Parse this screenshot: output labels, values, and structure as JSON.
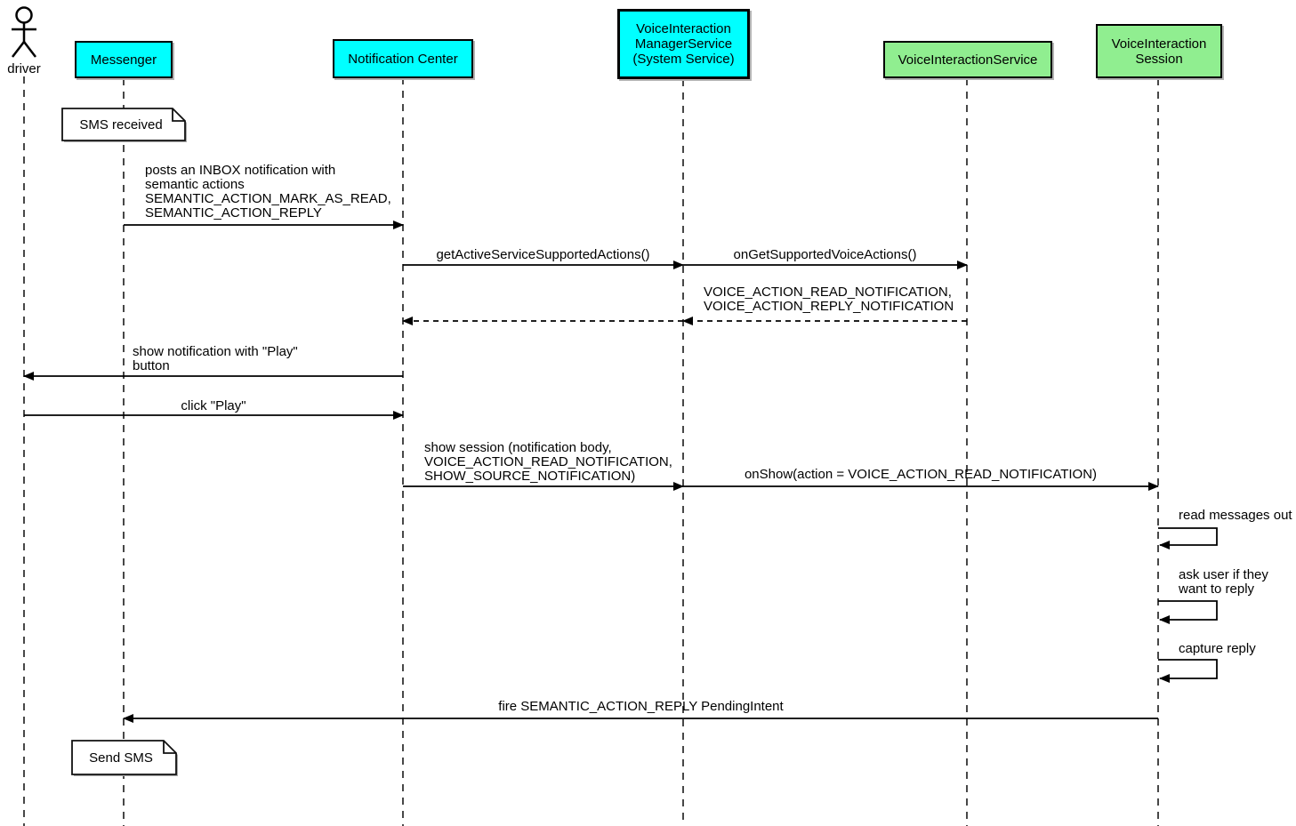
{
  "actor": {
    "label": "driver"
  },
  "participants": [
    {
      "label": "Messenger",
      "color": "#00ffff"
    },
    {
      "label": "Notification Center",
      "color": "#00ffff"
    },
    {
      "label": "VoiceInteraction\nManagerService\n(System Service)",
      "color": "#00ffff"
    },
    {
      "label": "VoiceInteractionService",
      "color": "#90ee90"
    },
    {
      "label": "VoiceInteraction\nSession",
      "color": "#90ee90"
    }
  ],
  "notes": {
    "sms_received": "SMS received",
    "send_sms": "Send SMS"
  },
  "messages": {
    "post_inbox": "posts an INBOX notification with\nsemantic actions\nSEMANTIC_ACTION_MARK_AS_READ,\nSEMANTIC_ACTION_REPLY",
    "get_actions": "getActiveServiceSupportedActions()",
    "on_get_actions": "onGetSupportedVoiceActions()",
    "voice_actions_return": "VOICE_ACTION_READ_NOTIFICATION,\nVOICE_ACTION_REPLY_NOTIFICATION",
    "show_notification": "show notification with \"Play\"\nbutton",
    "click_play": "click \"Play\"",
    "show_session": "show session (notification body,\nVOICE_ACTION_READ_NOTIFICATION,\nSHOW_SOURCE_NOTIFICATION)",
    "on_show": "onShow(action = VOICE_ACTION_READ_NOTIFICATION)",
    "read_messages": "read messages out",
    "ask_reply": "ask user if they\nwant to reply",
    "capture_reply": "capture reply",
    "fire_reply": "fire SEMANTIC_ACTION_REPLY PendingIntent"
  },
  "colors": {
    "system_fill": "#00ffff",
    "service_fill": "#90ee90",
    "line": "#000000",
    "note_fill": "#ffffff",
    "background": "#ffffff"
  }
}
